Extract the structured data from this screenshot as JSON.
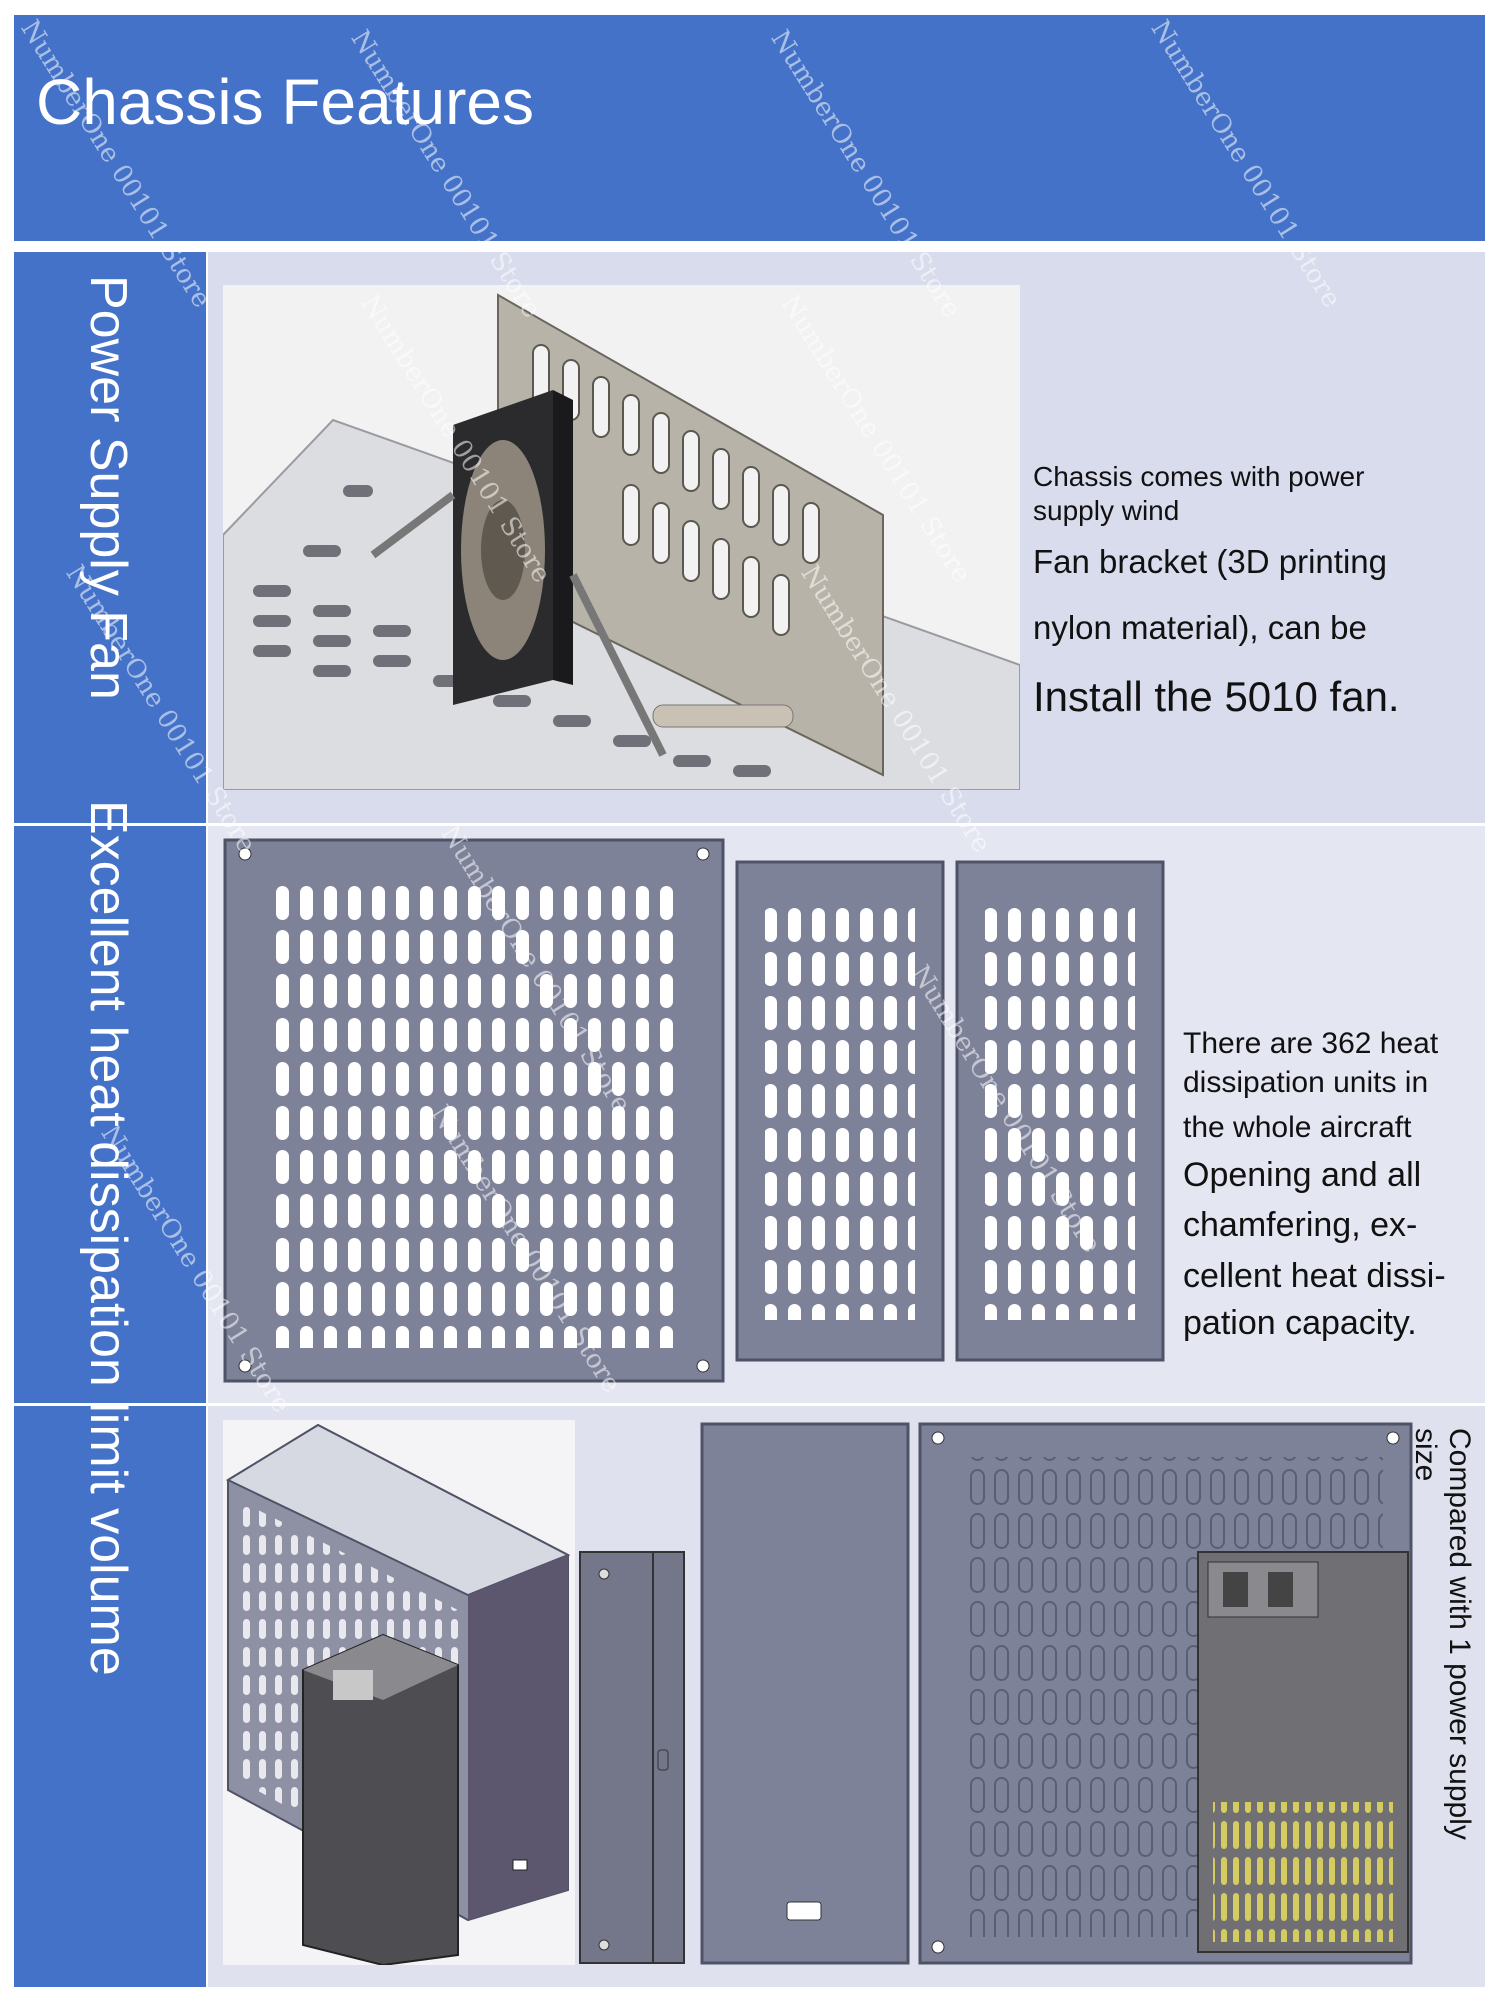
{
  "header": {
    "title": "Chassis Features"
  },
  "sidebar": {
    "label_1": "Power Supply Fan",
    "label_2": "Excellent heat dissipation limit volume"
  },
  "panel_1": {
    "lines": [
      "Chassis comes with power",
      "supply wind",
      "Fan bracket (3D printing",
      "nylon material), can be",
      "Install the 5010 fan."
    ]
  },
  "panel_2": {
    "lines": [
      "There are 362 heat",
      "dissipation units in",
      "the whole aircraft",
      "Opening and all",
      "chamfering, ex-",
      "cellent heat dissi-",
      "pation capacity."
    ]
  },
  "panel_3": {
    "lines": [
      "Compared with 1 power supply",
      "size"
    ]
  },
  "watermark": "NumberOne 00101 Store",
  "colors": {
    "banner": "#4472c8",
    "panel": "#d8dcec",
    "plate": "#7d8299"
  }
}
